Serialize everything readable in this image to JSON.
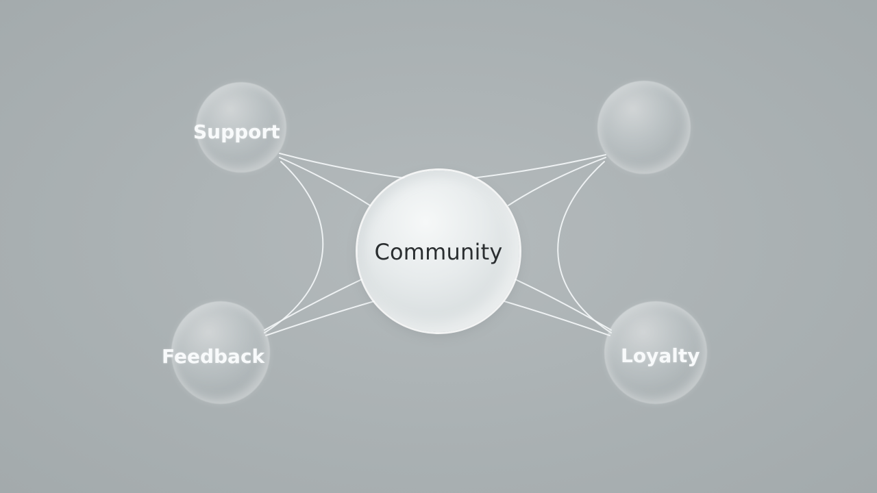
{
  "diagram": {
    "center": {
      "label": "Community"
    },
    "nodes": [
      {
        "id": "support",
        "label": "Support"
      },
      {
        "id": "top-right",
        "label": ""
      },
      {
        "id": "feedback",
        "label": "Feedback"
      },
      {
        "id": "loyalty",
        "label": "Loyalty"
      }
    ]
  },
  "colors": {
    "background": "#aab1b3",
    "connector": "#f3f6f7",
    "center_text": "#2a2e30",
    "node_text": "#f8fafb"
  }
}
